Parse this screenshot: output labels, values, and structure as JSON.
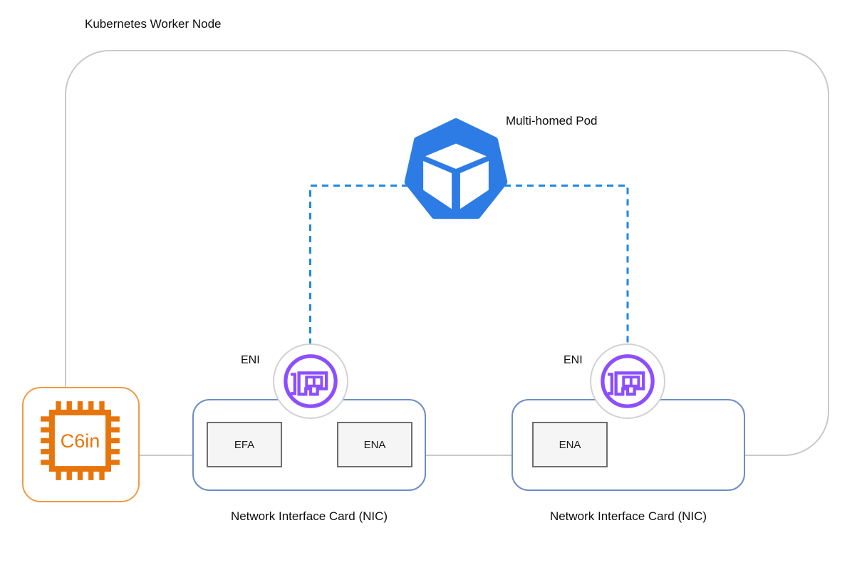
{
  "node": {
    "title": "Kubernetes Worker Node"
  },
  "pod": {
    "label": "Multi-homed Pod",
    "icon": "kubernetes-pod-icon"
  },
  "enis": [
    {
      "label": "ENI",
      "icon": "network-interface-icon"
    },
    {
      "label": "ENI",
      "icon": "network-interface-icon"
    }
  ],
  "nics": [
    {
      "label": "Network Interface Card (NIC)",
      "adapters": [
        "EFA",
        "ENA"
      ]
    },
    {
      "label": "Network Interface Card (NIC)",
      "adapters": [
        "ENA"
      ]
    }
  ],
  "instance": {
    "label": "C6in",
    "icon": "cpu-chip-icon"
  },
  "colors": {
    "pod_blue": "#2D7CE5",
    "connector_dash_blue": "#1E88E5",
    "nic_border_blue": "#6C8EC6",
    "eni_purple": "#8C4FFF",
    "instance_orange": "#E8750C",
    "instance_border_orange": "#F09B43",
    "node_border_gray": "#C9C9C9",
    "adapter_fill_gray": "#F5F5F5"
  }
}
